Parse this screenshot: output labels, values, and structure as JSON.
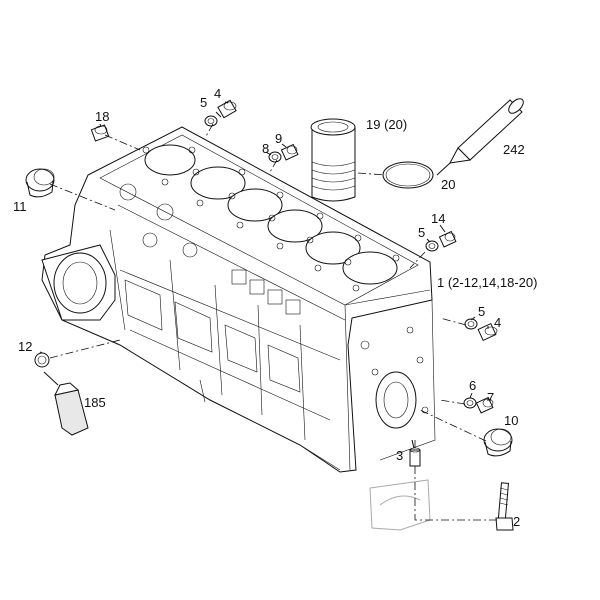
{
  "callouts": {
    "c4a": "4",
    "c5a": "5",
    "c18": "18",
    "c19": "19 (20)",
    "c8": "8",
    "c9": "9",
    "c242": "242",
    "c11": "11",
    "c20": "20",
    "c14": "14",
    "c5b": "5",
    "c1": "1 (2-12,14,18-20)",
    "c5c": "5",
    "c4b": "4",
    "c12": "12",
    "c185": "185",
    "c6": "6",
    "c7": "7",
    "c10": "10",
    "c3": "3",
    "c2": "2"
  }
}
